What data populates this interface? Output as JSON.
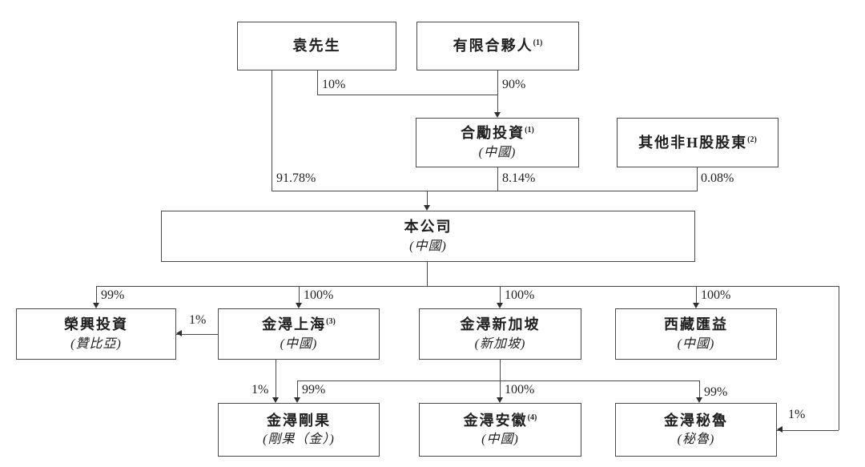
{
  "diagram": {
    "type": "org-ownership-structure",
    "line_color": "#4a4a4a",
    "background": "#ffffff",
    "nodes": [
      {
        "id": "yuan",
        "title": "袁先生"
      },
      {
        "id": "limited-partners",
        "title": "有限合夥人",
        "sup": "(1)"
      },
      {
        "id": "heli-investment",
        "title": "合勵投資",
        "sup": "(1)",
        "subtitle": "(中國)"
      },
      {
        "id": "other-non-h-shareholders",
        "title": "其他非H股股東",
        "sup": "(2)"
      },
      {
        "id": "the-company",
        "title": "本公司",
        "subtitle": "(中國)"
      },
      {
        "id": "rongxing-investment",
        "title": "榮興投資",
        "subtitle": "(贊比亞)"
      },
      {
        "id": "jinxun-shanghai",
        "title": "金潯上海",
        "sup": "(3)",
        "subtitle": "(中國)"
      },
      {
        "id": "jinxun-singapore",
        "title": "金潯新加坡",
        "subtitle": "(新加坡)"
      },
      {
        "id": "xizang-huiyi",
        "title": "西藏匯益",
        "subtitle": "(中國)"
      },
      {
        "id": "jinxun-congo",
        "title": "金潯剛果",
        "subtitle": "(剛果（金）)"
      },
      {
        "id": "jinxun-anhui",
        "title": "金潯安徽",
        "sup": "(4)",
        "subtitle": "(中國)"
      },
      {
        "id": "jinxun-peru",
        "title": "金潯秘魯",
        "subtitle": "(秘魯)"
      }
    ],
    "edges": [
      {
        "from": "yuan",
        "to": "heli-investment",
        "label": "10%"
      },
      {
        "from": "limited-partners",
        "to": "heli-investment",
        "label": "90%"
      },
      {
        "from": "yuan",
        "to": "the-company",
        "label": "91.78%"
      },
      {
        "from": "heli-investment",
        "to": "the-company",
        "label": "8.14%"
      },
      {
        "from": "other-non-h-shareholders",
        "to": "the-company",
        "label": "0.08%"
      },
      {
        "from": "the-company",
        "to": "rongxing-investment",
        "label": "99%"
      },
      {
        "from": "the-company",
        "to": "jinxun-shanghai",
        "label": "100%"
      },
      {
        "from": "the-company",
        "to": "jinxun-singapore",
        "label": "100%"
      },
      {
        "from": "the-company",
        "to": "xizang-huiyi",
        "label": "100%"
      },
      {
        "from": "jinxun-shanghai",
        "to": "rongxing-investment",
        "label": "1%"
      },
      {
        "from": "jinxun-shanghai",
        "to": "jinxun-congo",
        "label": "1%"
      },
      {
        "from": "jinxun-singapore",
        "to": "jinxun-congo",
        "label": "99%"
      },
      {
        "from": "jinxun-singapore",
        "to": "jinxun-anhui",
        "label": "100%"
      },
      {
        "from": "jinxun-singapore",
        "to": "jinxun-peru",
        "label": "99%"
      },
      {
        "from": "the-company",
        "to": "jinxun-peru",
        "label": "1%"
      }
    ]
  }
}
